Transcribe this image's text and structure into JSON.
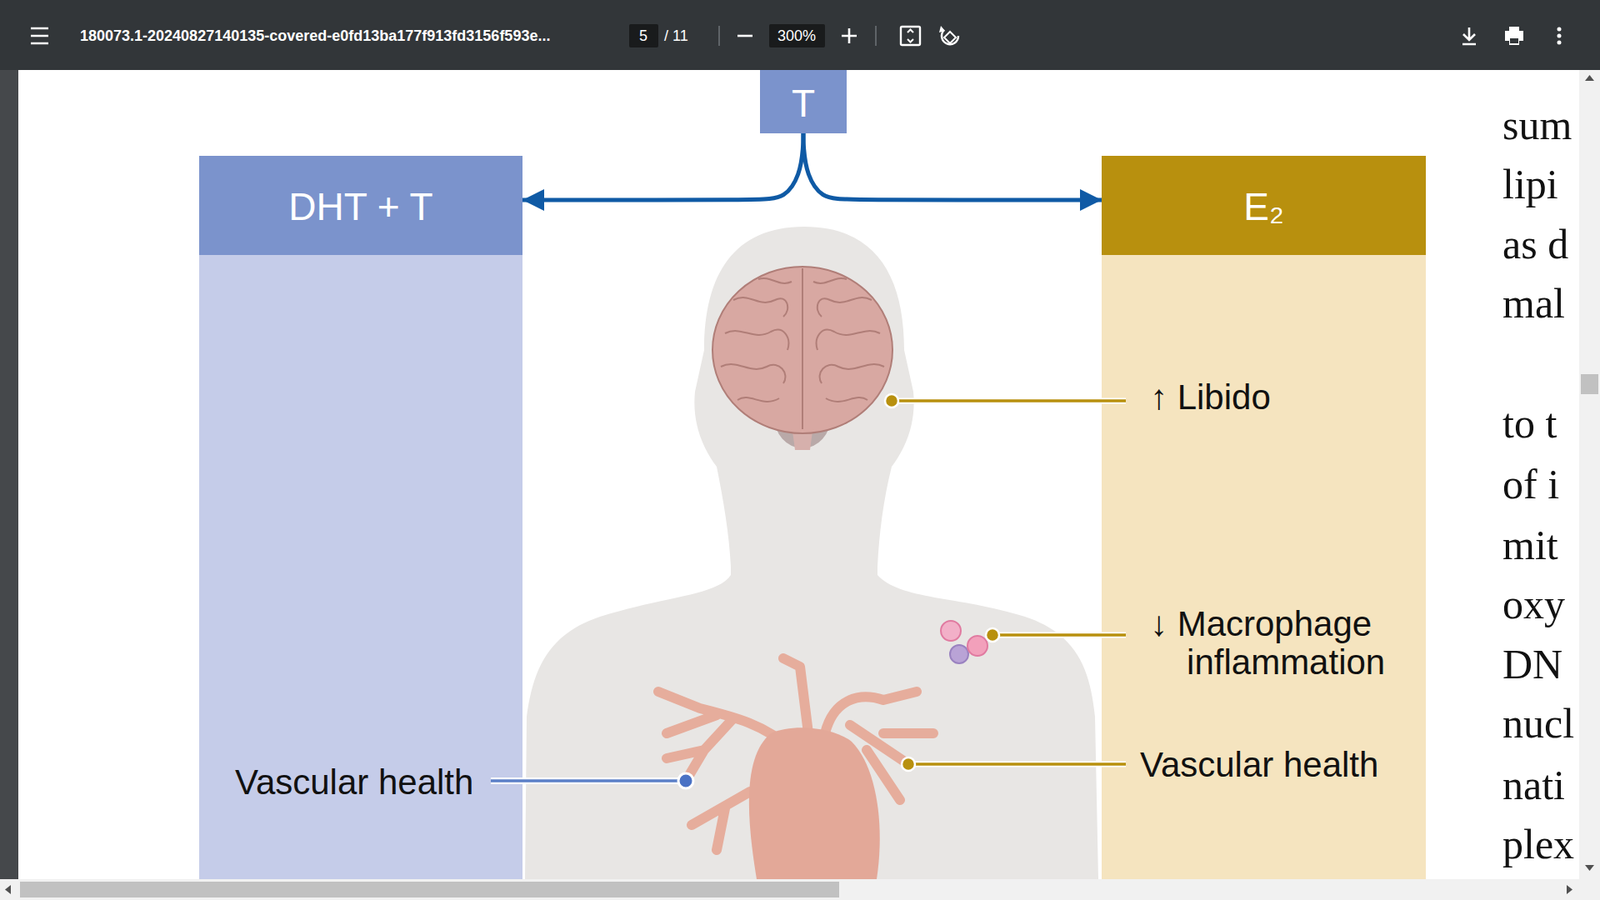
{
  "diagram": {
    "nodes": [
      {
        "text": [
          "T"
        ]
      },
      {
        "text": [
          "DHT + T",
          "Vascular health"
        ]
      },
      {
        "text": [
          "E₂",
          "↑ Libido",
          "↓ Macrophage inflammation",
          "Vascular health"
        ]
      }
    ],
    "edges": [
      {
        "from": 0,
        "to": 1,
        "arrow": "to"
      },
      {
        "from": 0,
        "to": 2,
        "arrow": "to"
      }
    ],
    "labels": [
      "180073.1-20240827140135-covered-e0fd13ba177f913fd3156f593e...",
      "5",
      "/ 11",
      "300%",
      "sum",
      "lipi",
      "as d",
      "mal",
      "to t",
      "of i",
      "mit",
      "oxy",
      "DN",
      "nucl",
      "nati",
      "plex"
    ]
  }
}
